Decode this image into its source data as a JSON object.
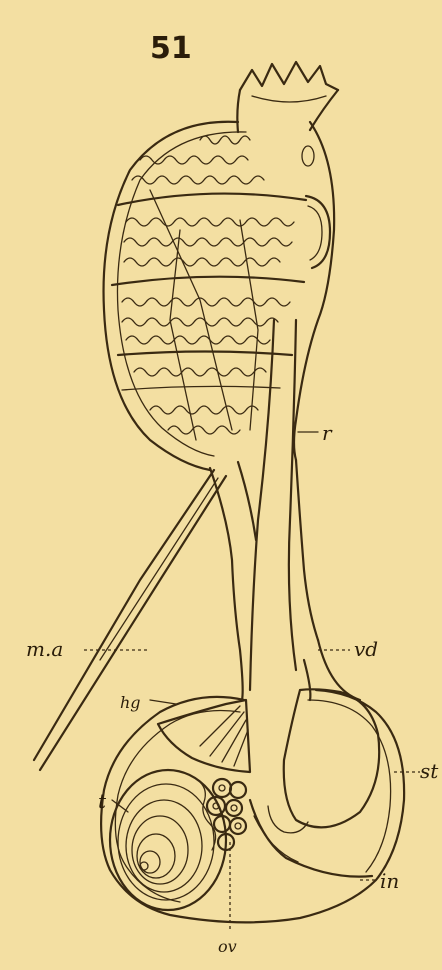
{
  "figure": {
    "number": "51",
    "labels": {
      "r": "r",
      "ma": "m.a",
      "vd": "vd",
      "hg": "hg",
      "st": "st",
      "t": "t",
      "in": "in",
      "ov": "ov"
    }
  },
  "colors": {
    "paper": "#f3dfa2",
    "ink": "#3a2a12"
  }
}
